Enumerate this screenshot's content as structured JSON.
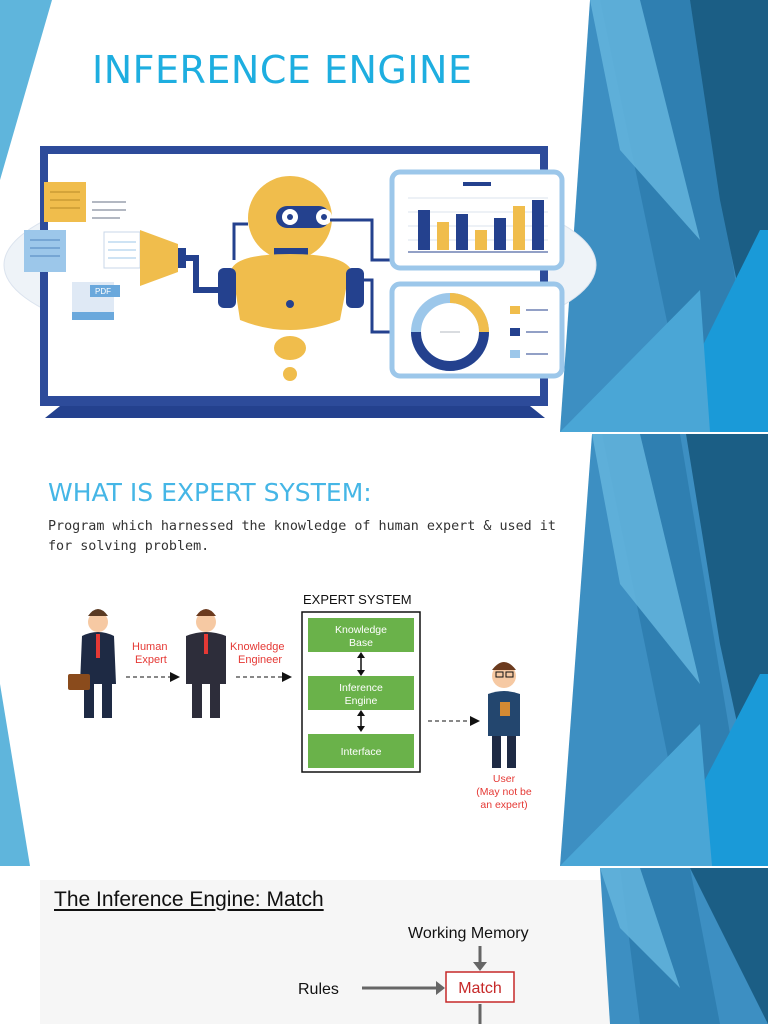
{
  "slide1": {
    "title": "INFERENCE ENGINE",
    "illustration": {
      "documents": {
        "pdf_label": "PDF"
      }
    },
    "colors": {
      "title": "#1eaee0",
      "robot": "#f0bd4c",
      "navy": "#24418e",
      "monitor": "#2d4b9a"
    }
  },
  "slide2": {
    "title": "WHAT IS EXPERT SYSTEM:",
    "description": "Program which harnessed the knowledge of human expert & used it for solving problem.",
    "diagram": {
      "system_title": "EXPERT SYSTEM",
      "boxes": [
        {
          "line1": "Knowledge",
          "line2": "Base"
        },
        {
          "line1": "Inference",
          "line2": "Engine"
        },
        {
          "line1": "Interface",
          "line2": ""
        }
      ],
      "human_expert": {
        "line1": "Human",
        "line2": "Expert"
      },
      "knowledge_engineer": {
        "line1": "Knowledge",
        "line2": "Engineer"
      },
      "user": {
        "line1": "User",
        "line2": "(May not be",
        "line3": "an expert)"
      }
    },
    "colors": {
      "title": "#45b6e6",
      "box": "#6ab24a",
      "label_red": "#e53935"
    }
  },
  "slide3": {
    "title": "The Inference Engine: Match",
    "diagram": {
      "working_memory": "Working Memory",
      "rules": "Rules",
      "match": "Match"
    },
    "colors": {
      "match_border": "#c62828",
      "arrow": "#666666"
    }
  },
  "theme": {
    "ribbon_colors": [
      "#1b5e85",
      "#2673a5",
      "#3d8fc2",
      "#62b3dc",
      "#8fcde8"
    ]
  }
}
